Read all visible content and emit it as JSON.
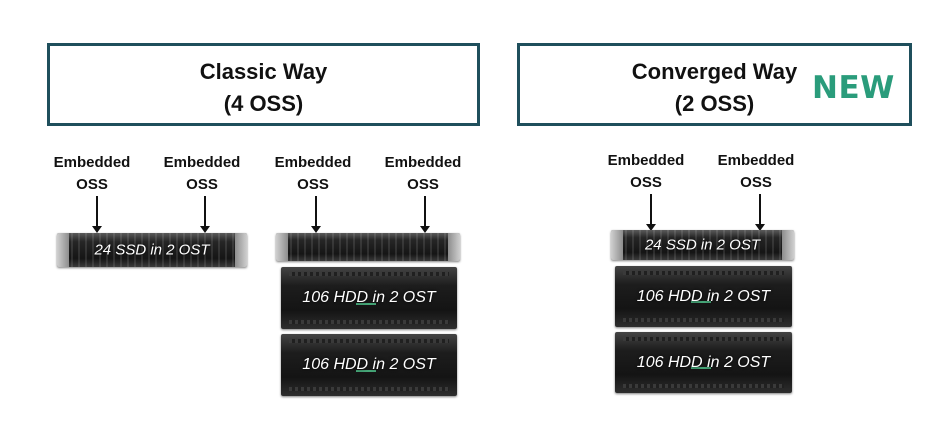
{
  "classic": {
    "title_line1": "Classic Way",
    "title_line2": "(4 OSS)",
    "oss_labels": [
      {
        "line1": "Embedded",
        "line2": "OSS"
      },
      {
        "line1": "Embedded",
        "line2": "OSS"
      },
      {
        "line1": "Embedded",
        "line2": "OSS"
      },
      {
        "line1": "Embedded",
        "line2": "OSS"
      }
    ],
    "servers": {
      "ssd_standalone": "24 SSD in 2 OST",
      "ssd_stacked": "",
      "hdd_top": "106 HDD in 2 OST",
      "hdd_bottom": "106 HDD in 2 OST"
    }
  },
  "converged": {
    "title_line1": "Converged Way",
    "title_line2": "(2 OSS)",
    "badge": "NEW",
    "badge_color": "#2a9c7b",
    "oss_labels": [
      {
        "line1": "Embedded",
        "line2": "OSS"
      },
      {
        "line1": "Embedded",
        "line2": "OSS"
      }
    ],
    "servers": {
      "ssd": "24 SSD in 2 OST",
      "hdd_top": "106 HDD in 2 OST",
      "hdd_bottom": "106 HDD in 2 OST"
    }
  },
  "colors": {
    "box_border": "#1f4f5c",
    "led_accent": "#4fbf8a"
  }
}
